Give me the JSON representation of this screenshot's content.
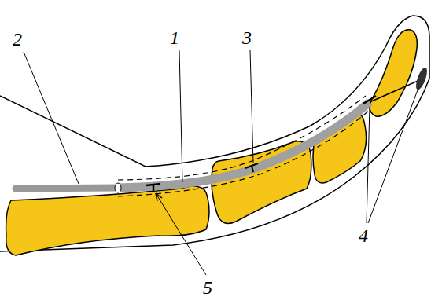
{
  "diagram": {
    "labels": [
      "2",
      "1",
      "3",
      "4",
      "5"
    ]
  }
}
